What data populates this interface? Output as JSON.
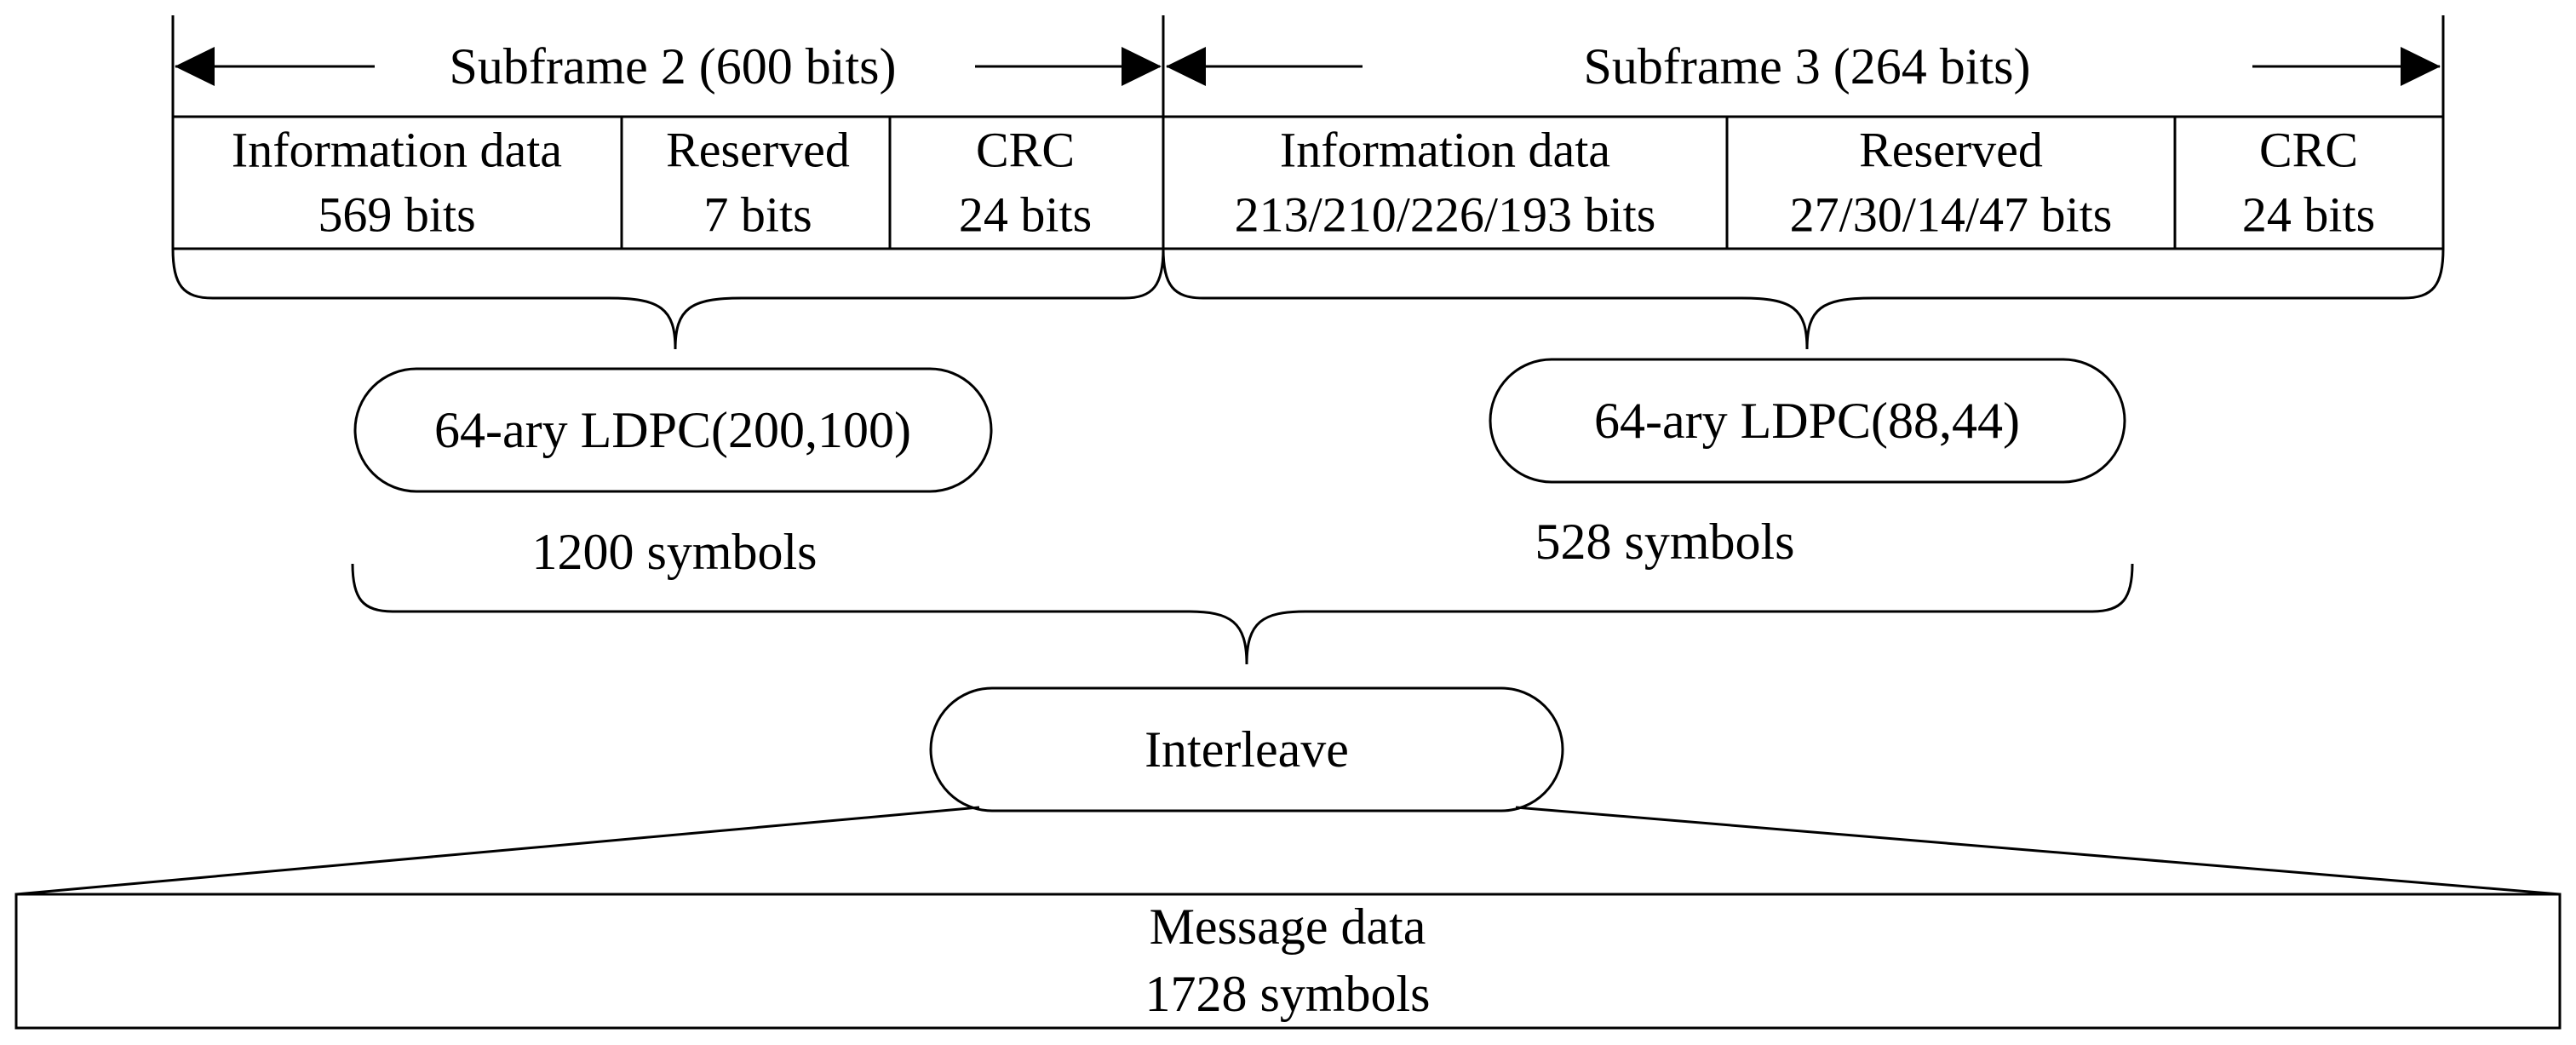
{
  "colors": {
    "stroke": "#000000",
    "background": "#ffffff"
  },
  "subframe2": {
    "header": "Subframe 2 (600 bits)",
    "fields": [
      {
        "name": "Information data",
        "size": "569 bits"
      },
      {
        "name": "Reserved",
        "size": "7 bits"
      },
      {
        "name": "CRC",
        "size": "24 bits"
      }
    ],
    "encoder": "64-ary LDPC(200,100)",
    "output": "1200 symbols"
  },
  "subframe3": {
    "header": "Subframe 3 (264 bits)",
    "fields": [
      {
        "name": "Information data",
        "size": "213/210/226/193 bits"
      },
      {
        "name": "Reserved",
        "size": "27/30/14/47 bits"
      },
      {
        "name": "CRC",
        "size": "24 bits"
      }
    ],
    "encoder": "64-ary LDPC(88,44)",
    "output": "528 symbols"
  },
  "interleave": {
    "label": "Interleave"
  },
  "message": {
    "label": "Message data",
    "size": "1728 symbols"
  }
}
